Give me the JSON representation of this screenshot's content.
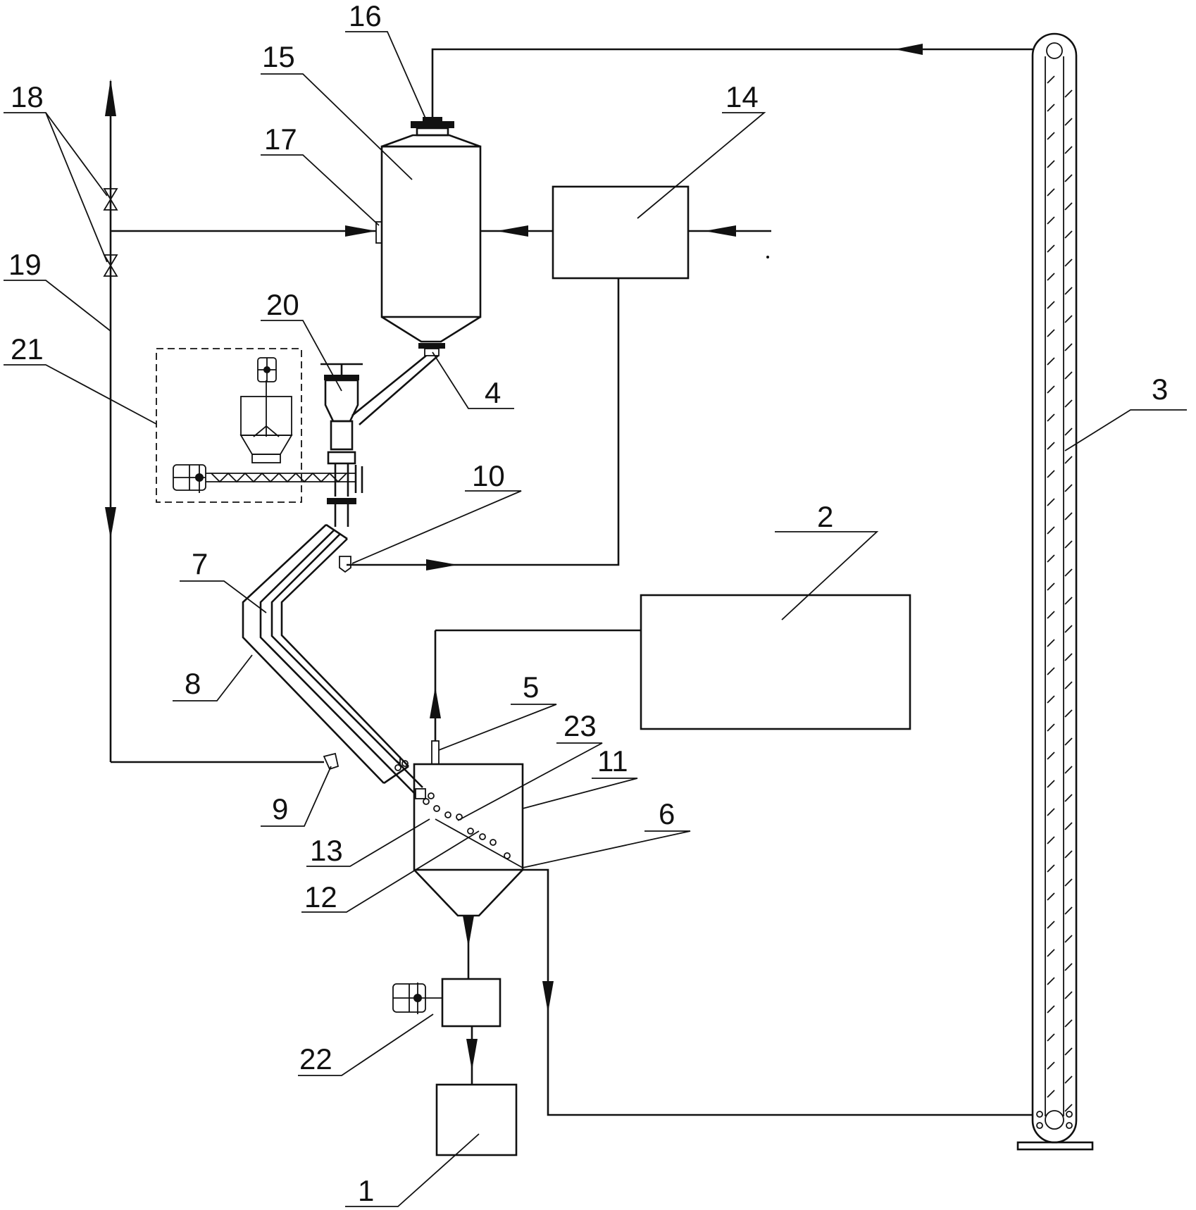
{
  "labels": [
    {
      "id": "1",
      "text": "1"
    },
    {
      "id": "2",
      "text": "2"
    },
    {
      "id": "3",
      "text": "3"
    },
    {
      "id": "4",
      "text": "4"
    },
    {
      "id": "5",
      "text": "5"
    },
    {
      "id": "6",
      "text": "6"
    },
    {
      "id": "7",
      "text": "7"
    },
    {
      "id": "8",
      "text": "8"
    },
    {
      "id": "9",
      "text": "9"
    },
    {
      "id": "10",
      "text": "10"
    },
    {
      "id": "11",
      "text": "11"
    },
    {
      "id": "12",
      "text": "12"
    },
    {
      "id": "13",
      "text": "13"
    },
    {
      "id": "14",
      "text": "14"
    },
    {
      "id": "15",
      "text": "15"
    },
    {
      "id": "16",
      "text": "16"
    },
    {
      "id": "17",
      "text": "17"
    },
    {
      "id": "18",
      "text": "18"
    },
    {
      "id": "19",
      "text": "19"
    },
    {
      "id": "20",
      "text": "20"
    },
    {
      "id": "21",
      "text": "21"
    },
    {
      "id": "22",
      "text": "22"
    },
    {
      "id": "23",
      "text": "23"
    }
  ]
}
